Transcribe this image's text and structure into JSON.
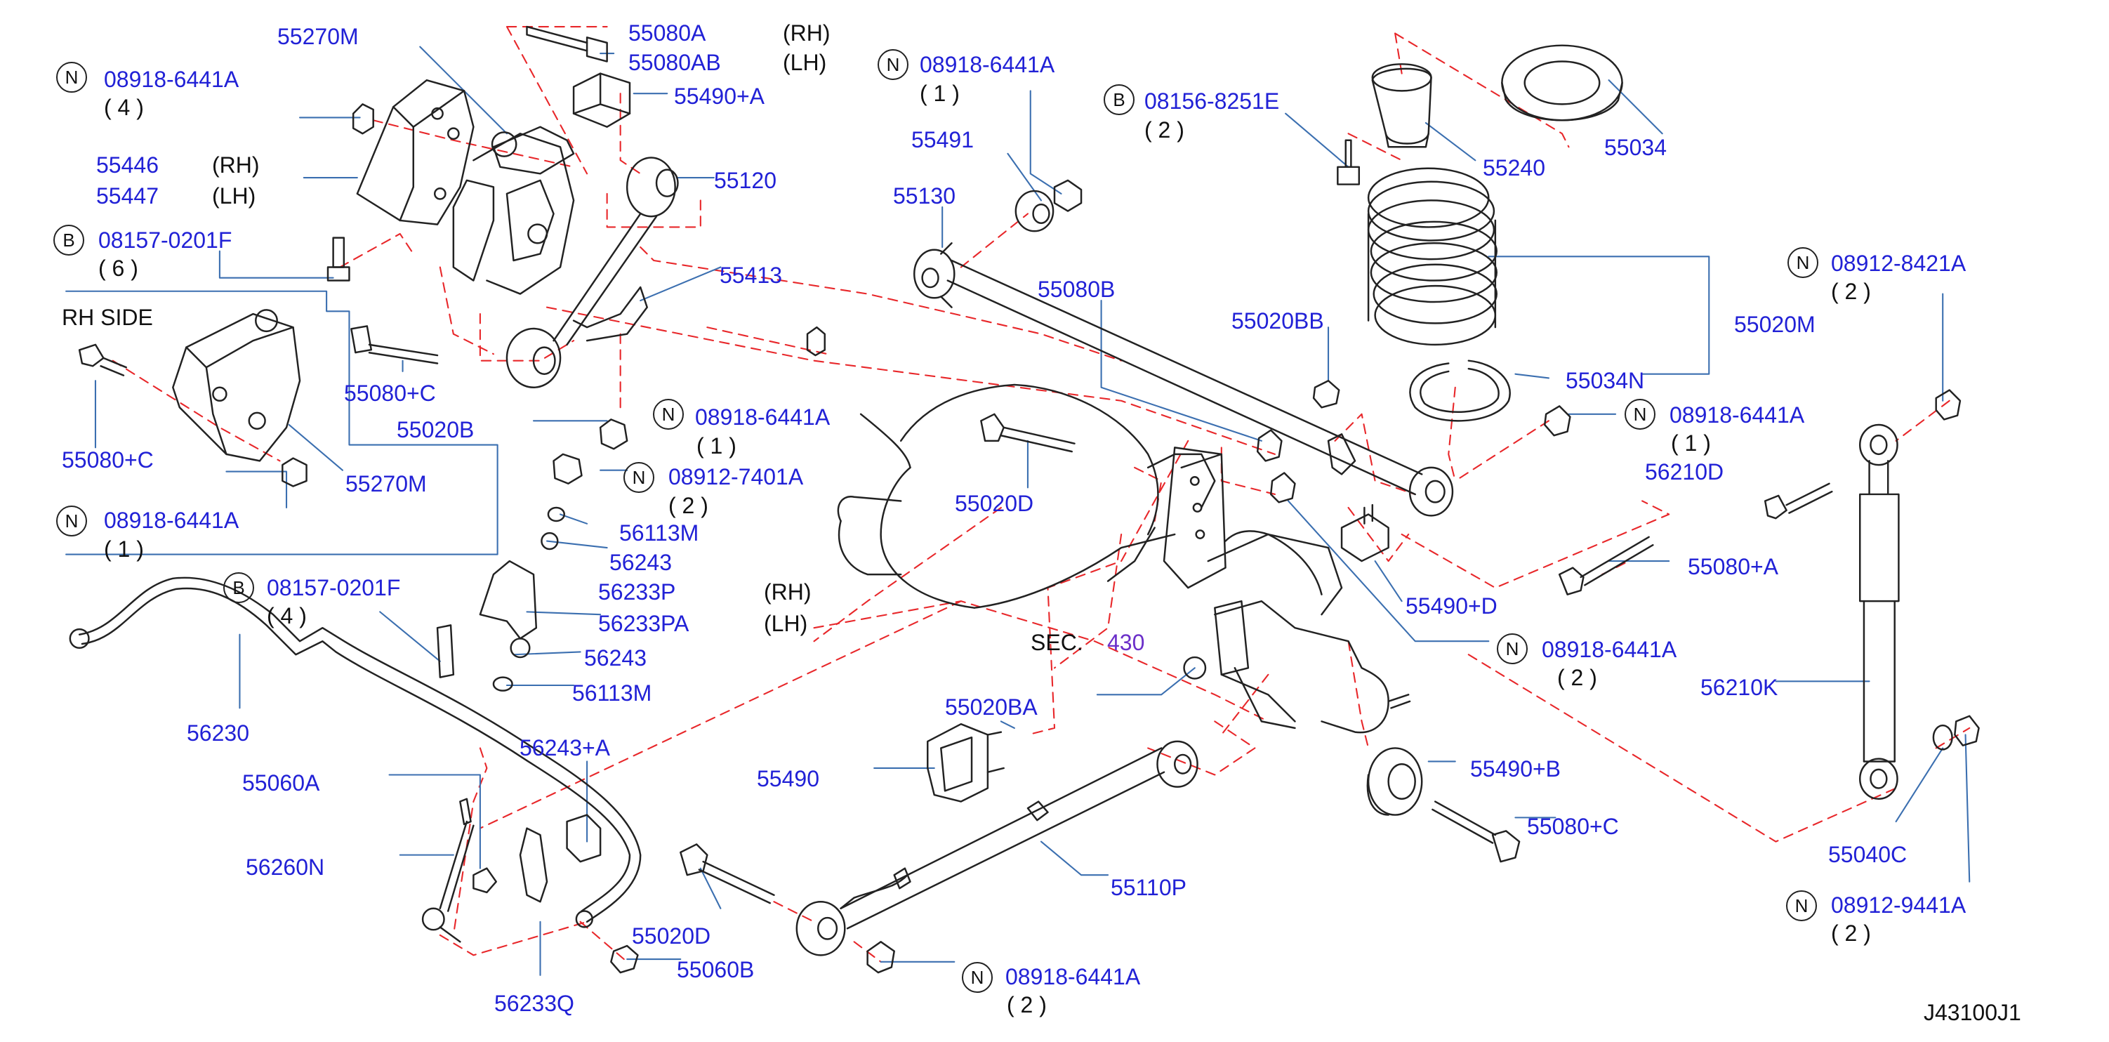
{
  "diagram": {
    "ref_code": "J43100J1",
    "colors": {
      "part_number": "#2121d6",
      "text": "#111111",
      "section_ref": "#6b2fc9",
      "dashed_leader": "#e8272a",
      "line": "#3b6fb0"
    },
    "section": {
      "prefix": "SEC.",
      "number": "430"
    },
    "side_label": "RH   SIDE",
    "callouts": {
      "c55270M_top": "55270M",
      "c55080A": "55080A",
      "c55080AB": "55080AB",
      "rh1": "(RH)",
      "lh1": "(LH)",
      "c55490A": "55490+A",
      "n1_num": "08918-6441A",
      "n1_qty": "( 4 )",
      "c55446": "55446",
      "rh2": "(RH)",
      "c55447": "55447",
      "lh2": "(LH)",
      "b1_num": "08157-0201F",
      "b1_qty": "( 6 )",
      "c55120": "55120",
      "c55413": "55413",
      "n2_num": "08918-6441A",
      "n2_qty": "( 1 )",
      "c55491": "55491",
      "c55130": "55130",
      "b2_num": "08156-8251E",
      "b2_qty": "( 2 )",
      "c55240": "55240",
      "c55034": "55034",
      "c55080C_a": "55080+C",
      "c55020B": "55020B",
      "c55080C_b": "55080+C",
      "c55270M_b": "55270M",
      "n3_num": "08918-6441A",
      "n3_qty": "( 1 )",
      "n4_num": "08918-6441A",
      "n4_qty": "( 1 )",
      "n5_num": "08912-7401A",
      "n5_qty": "( 2 )",
      "c56113M_a": "56113M",
      "c56243_a": "56243",
      "c56233P": "56233P",
      "rh3": "(RH)",
      "c56233PA": "56233PA",
      "lh3": "(LH)",
      "b3_num": "08157-0201F",
      "b3_qty": "( 4 )",
      "c56243_b": "56243",
      "c56113M_b": "56113M",
      "c56230": "56230",
      "c55080B": "55080B",
      "c55020D_a": "55020D",
      "c55020BB": "55020BB",
      "c55020M": "55020M",
      "c55034N": "55034N",
      "n6_num": "08912-8421A",
      "n6_qty": "( 2 )",
      "n7_num": "08918-6441A",
      "n7_qty": "( 1 )",
      "c56210D": "56210D",
      "c55080A_b": "55080+A",
      "c55490D": "55490+D",
      "n8_num": "08918-6441A",
      "n8_qty": "( 2 )",
      "c56210K": "56210K",
      "c55020BA": "55020BA",
      "c55490": "55490",
      "c55490B": "55490+B",
      "c55080C_c": "55080+C",
      "c55040C": "55040C",
      "n9_num": "08912-9441A",
      "n9_qty": "( 2 )",
      "c55060A": "55060A",
      "c56243A": "56243+A",
      "c56260N": "56260N",
      "c55110P": "55110P",
      "c55020D_b": "55020D",
      "c55060B": "55060B",
      "c56233Q": "56233Q",
      "n10_num": "08918-6441A",
      "n10_qty": "( 2 )"
    },
    "badges": {
      "n": "N",
      "b": "B"
    }
  }
}
